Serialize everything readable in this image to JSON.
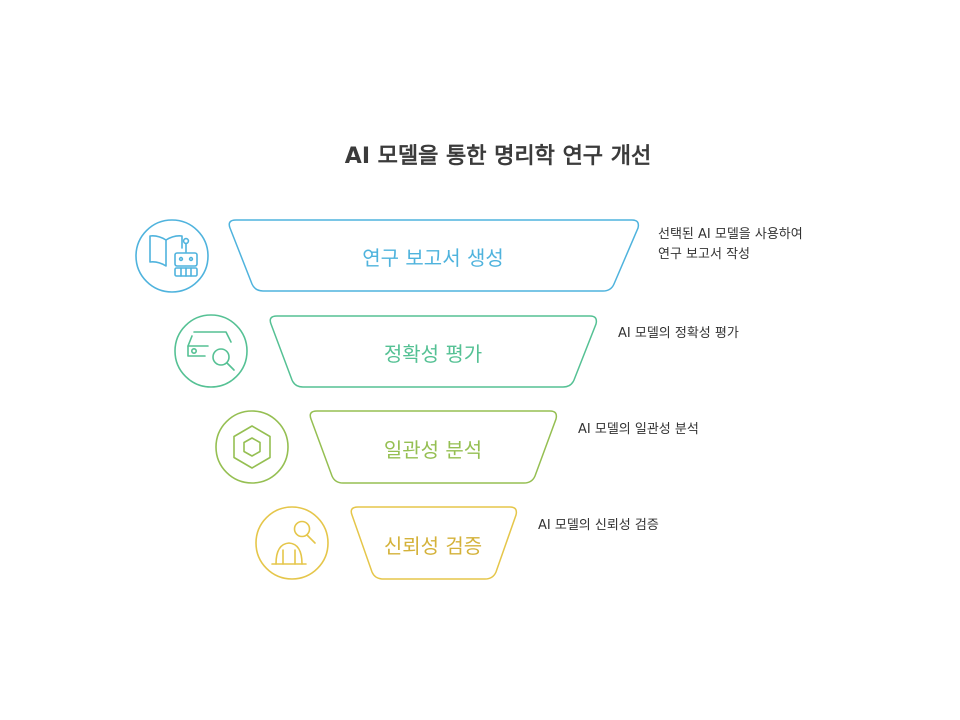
{
  "title": "AI 모델을 통한 명리학 연구 개선",
  "stages": [
    {
      "label": "연구 보고서 생성",
      "desc_line1": "선택된 AI 모델을 사용하여",
      "desc_line2": "연구 보고서 작성",
      "color": "#4fb3dd",
      "icon": "book-robot-icon"
    },
    {
      "label": "정확성 평가",
      "desc_line1": "AI 모델의 정확성 평가",
      "desc_line2": "",
      "color": "#55c194",
      "icon": "car-magnifier-icon"
    },
    {
      "label": "일관성 분석",
      "desc_line1": "AI 모델의 일관성 분석",
      "desc_line2": "",
      "color": "#95bf52",
      "icon": "hexagon-nut-icon"
    },
    {
      "label": "신뢰성 검증",
      "desc_line1": "AI 모델의 신뢰성 검증",
      "desc_line2": "",
      "color": "#e5c64a",
      "icon": "hardhat-magnifier-icon"
    }
  ]
}
